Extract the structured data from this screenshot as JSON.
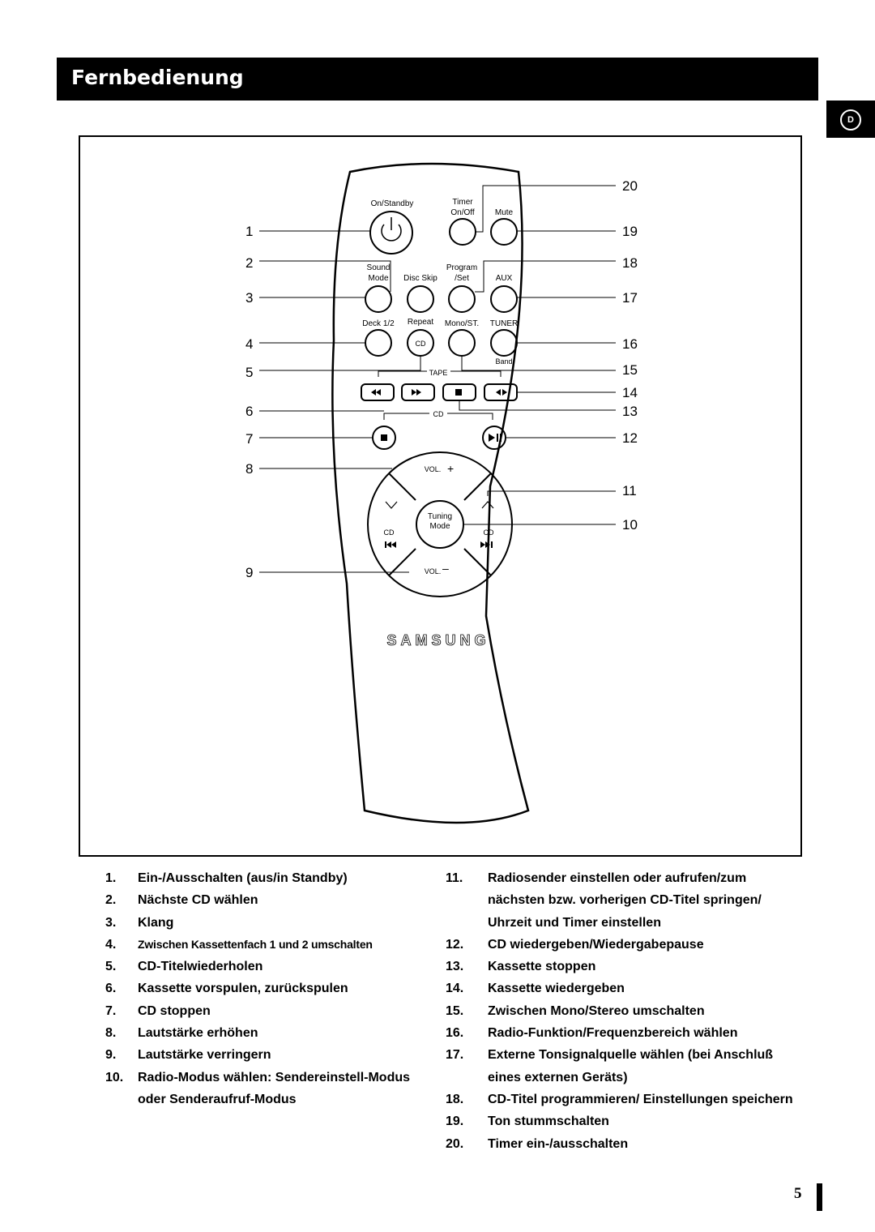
{
  "header": {
    "title": "Fernbedienung"
  },
  "lang_tab": {
    "label": "D"
  },
  "remote": {
    "brand": "SAMSUNG",
    "labels": {
      "on_standby": "On/Standby",
      "timer": "Timer",
      "timer_onoff": "On/Off",
      "mute": "Mute",
      "sound": "Sound",
      "mode": "Mode",
      "disc_skip": "Disc Skip",
      "program": "Program",
      "set": "/Set",
      "aux": "AUX",
      "deck": "Deck 1/2",
      "repeat": "Repeat",
      "mono_st": "Mono/ST.",
      "tuner": "TUNER",
      "cd_btn": "CD",
      "band": "Band",
      "tape": "TAPE",
      "cd_group": "CD",
      "vol_plus": "VOL.",
      "vol_minus": "VOL.",
      "tuning": "Tuning",
      "tuning_mode": "Mode",
      "cd_left": "CD",
      "cd_right": "CD"
    },
    "callouts_left": [
      "1",
      "2",
      "3",
      "4",
      "5",
      "6",
      "7",
      "8",
      "9"
    ],
    "callouts_right": [
      "20",
      "19",
      "18",
      "17",
      "16",
      "15",
      "14",
      "13",
      "12",
      "11",
      "10"
    ]
  },
  "legend_left": [
    {
      "num": "1.",
      "text": "Ein-/Ausschalten (aus/in Standby)"
    },
    {
      "num": "2.",
      "text": "Nächste CD wählen"
    },
    {
      "num": "3.",
      "text": "Klang"
    },
    {
      "num": "4.",
      "text": "Zwischen Kassettenfach 1 und 2 umschalten"
    },
    {
      "num": "5.",
      "text": "CD-Titelwiederholen"
    },
    {
      "num": "6.",
      "text": "Kassette vorspulen, zurückspulen"
    },
    {
      "num": "7.",
      "text": "CD stoppen"
    },
    {
      "num": "8.",
      "text": "Lautstärke erhöhen"
    },
    {
      "num": "9.",
      "text": "Lautstärke verringern"
    },
    {
      "num": "10.",
      "text": "Radio-Modus wählen: Sendereinstell-Modus oder Senderaufruf-Modus"
    }
  ],
  "legend_right": [
    {
      "num": "11.",
      "text": "Radiosender einstellen oder aufrufen/zum nächsten bzw. vorherigen CD-Titel springen/ Uhrzeit und Timer einstellen"
    },
    {
      "num": "12.",
      "text": "CD wiedergeben/Wiedergabepause"
    },
    {
      "num": "13.",
      "text": "Kassette stoppen"
    },
    {
      "num": "14.",
      "text": "Kassette wiedergeben"
    },
    {
      "num": "15.",
      "text": "Zwischen Mono/Stereo umschalten"
    },
    {
      "num": "16.",
      "text": "Radio-Funktion/Frequenzbereich wählen"
    },
    {
      "num": "17.",
      "text": "Externe Tonsignalquelle wählen (bei Anschluß eines externen Geräts)"
    },
    {
      "num": "18.",
      "text": "CD-Titel programmieren/ Einstellungen speichern"
    },
    {
      "num": "19.",
      "text": "Ton stummschalten"
    },
    {
      "num": "20.",
      "text": "Timer ein-/ausschalten"
    }
  ],
  "page_number": "5"
}
